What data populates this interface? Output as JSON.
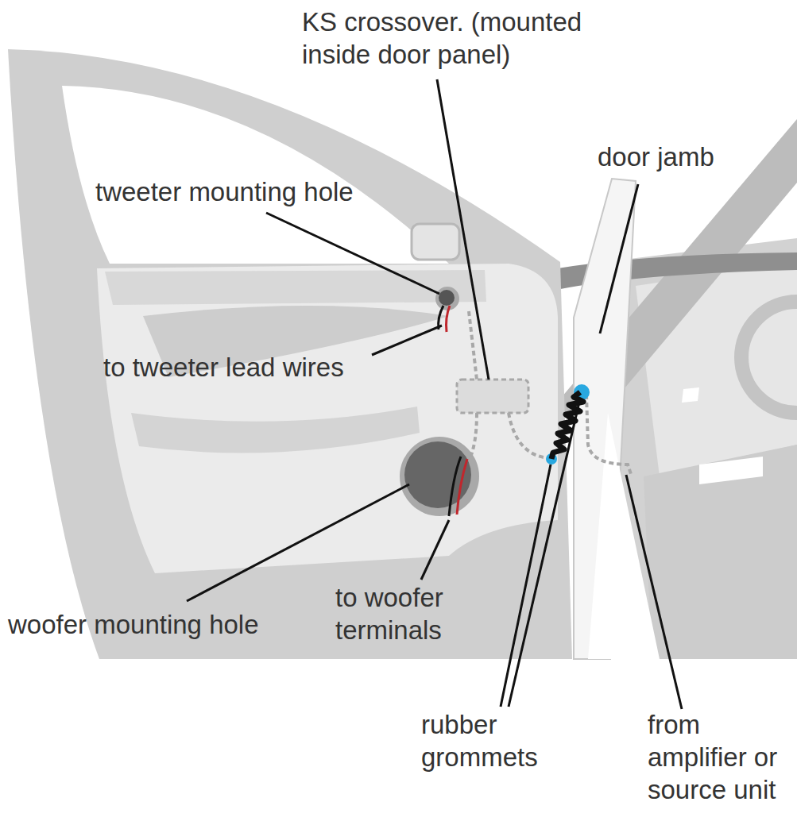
{
  "diagram": {
    "labels": [
      "KS crossover. (mounted inside door panel)",
      "door jamb",
      "tweeter mounting hole",
      "to tweeter lead wires",
      "woofer mounting hole",
      "to woofer terminals",
      "rubber grommets",
      "from amplifier or source unit"
    ]
  }
}
